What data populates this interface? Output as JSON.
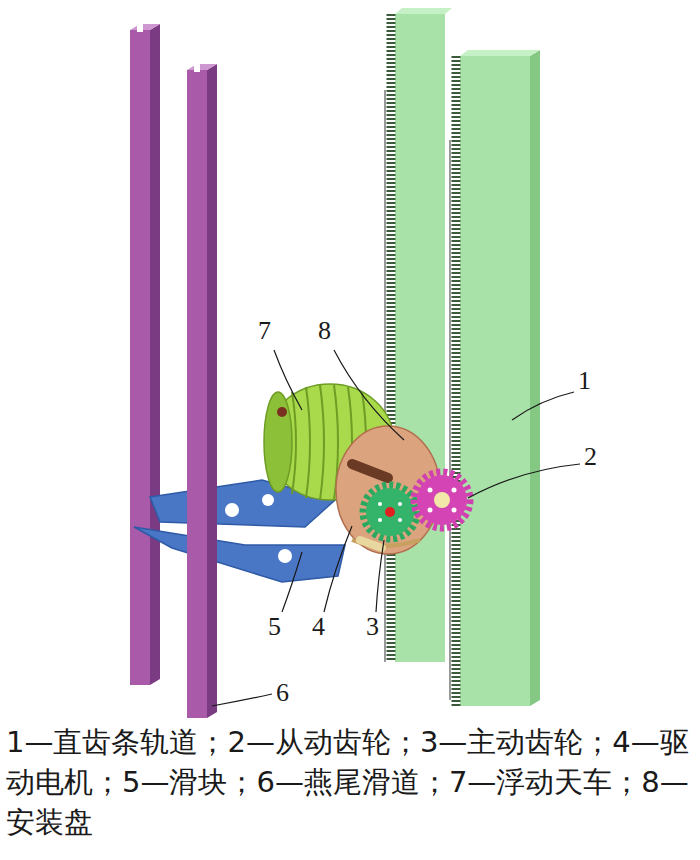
{
  "diagram": {
    "caption": "1—直齿条轨道；2—从动齿轮；3—主动齿轮；4—驱动电机；5—滑块；6—燕尾滑道；7—浮动天车；8—安装盘",
    "labels": [
      "7",
      "8",
      "1",
      "2",
      "5",
      "4",
      "3",
      "6"
    ]
  }
}
